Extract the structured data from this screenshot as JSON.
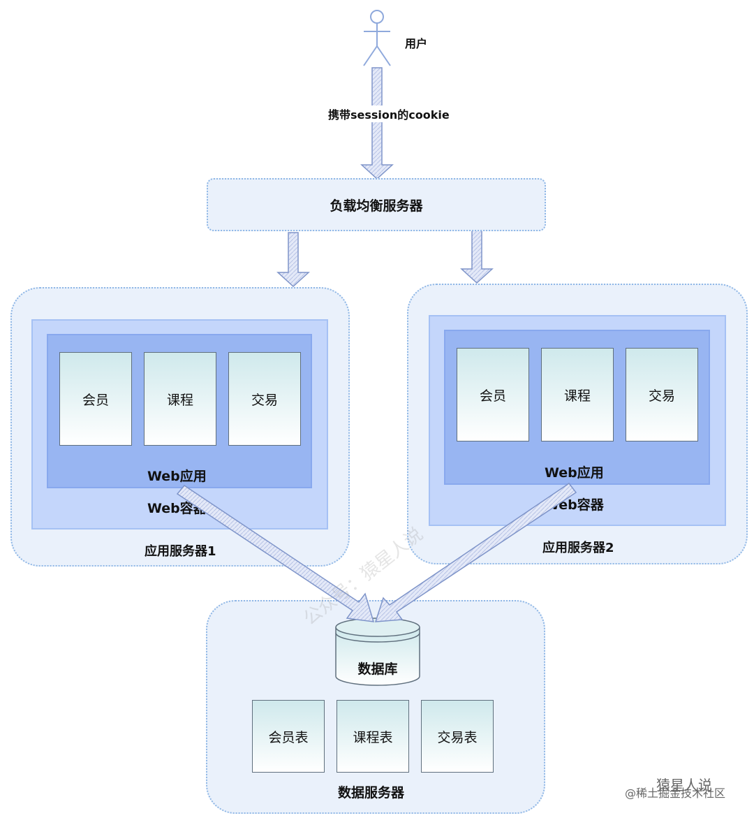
{
  "user": {
    "label": "用户"
  },
  "request": {
    "label": "携带session的cookie"
  },
  "load_balancer": {
    "label": "负载均衡服务器"
  },
  "app_server_1": {
    "label": "应用服务器1",
    "container_label": "Web容器",
    "webapp_label": "Web应用",
    "modules": [
      "会员",
      "课程",
      "交易"
    ]
  },
  "app_server_2": {
    "label": "应用服务器2",
    "container_label": "Web容器",
    "webapp_label": "Web应用",
    "modules": [
      "会员",
      "课程",
      "交易"
    ]
  },
  "data_server": {
    "label": "数据服务器",
    "database_label": "数据库",
    "tables": [
      "会员表",
      "课程表",
      "交易表"
    ]
  },
  "watermark": {
    "text": "公众号：猿星人说"
  },
  "corner": {
    "brand": "猿星人说",
    "community": "@稀土掘金技术社区"
  },
  "colors": {
    "panel_bg": "#eaf1fb",
    "panel_border": "#8fb7e6",
    "container": "#c4d6fb",
    "webapp": "#98b5f2",
    "arrow_fill": "#dfe6f8",
    "arrow_stroke": "#7e94c9"
  }
}
